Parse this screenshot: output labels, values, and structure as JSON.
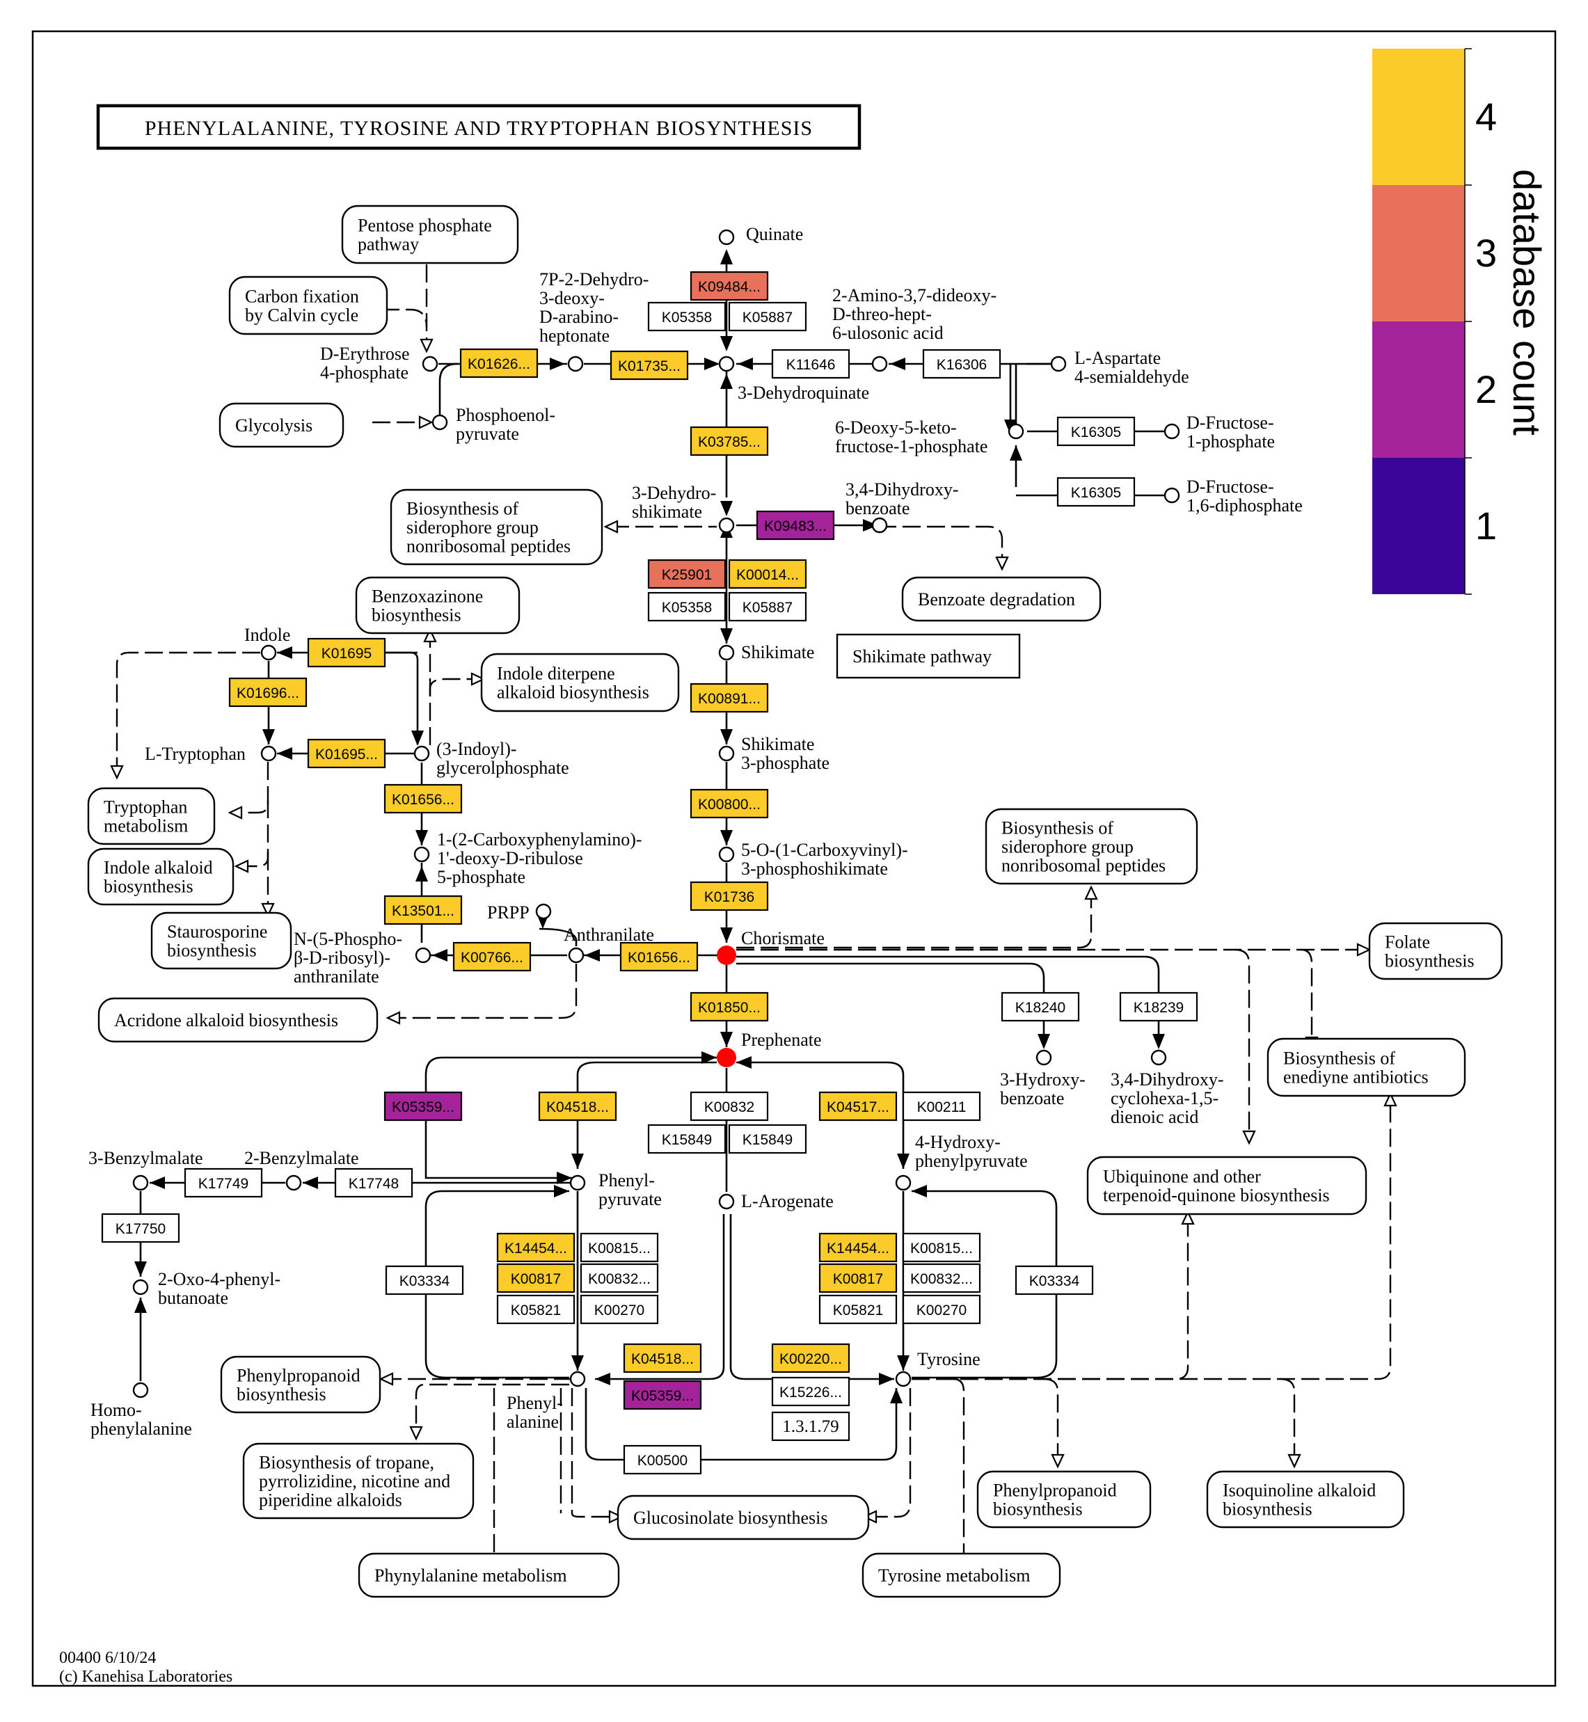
{
  "title": "PHENYLALANINE, TYROSINE AND TRYPTOPHAN BIOSYNTHESIS",
  "footer": {
    "map_id": "00400 6/10/24",
    "copyright": "(c) Kanehisa Laboratories"
  },
  "legend": {
    "label": "database count",
    "levels": [
      {
        "value": "4",
        "color": "#FBCB29"
      },
      {
        "value": "3",
        "color": "#E8715C"
      },
      {
        "value": "2",
        "color": "#A4229A"
      },
      {
        "value": "1",
        "color": "#3C0599"
      }
    ]
  },
  "colors": {
    "count4": "#FBCB29",
    "count3": "#E8715C",
    "count2": "#A4229A",
    "count1": "#3C0599",
    "none": "#FFFFFF",
    "red_node": "#FF0000"
  },
  "maps": {
    "pentose": "Pentose phosphate\npathway",
    "carbon": "Carbon fixation\nby Calvin cycle",
    "glycolysis": "Glycolysis",
    "sidero1": "Biosynthesis of\nsiderophore group\nnonribosomal peptides",
    "benzoate_deg": "Benzoate degradation",
    "shikimate_pathway": "Shikimate pathway",
    "benzoxazinone": "Benzoxazinone\nbiosynthesis",
    "indole_diterpene": "Indole diterpene\nalkaloid biosynthesis",
    "trp_metab": "Tryptophan\nmetabolism",
    "indole_alk": "Indole alkaloid\nbiosynthesis",
    "stauro": "Staurosporine\nbiosynthesis",
    "acridone": "Acridone alkaloid biosynthesis",
    "sidero2": "Biosynthesis of\nsiderophore group\nnonribosomal peptides",
    "folate": "Folate\nbiosynthesis",
    "enediyne": "Biosynthesis of\nenediyne antibiotics",
    "ubiquinone": "Ubiquinone and other\nterpenoid-quinone biosynthesis",
    "phenylprop_l": "Phenylpropanoid\nbiosynthesis",
    "tropane": "Biosynthesis of tropane,\npyrrolizidine, nicotine and\npiperidine alkaloids",
    "glucosinolate": "Glucosinolate biosynthesis",
    "phe_metab": "Phynylalanine metabolism",
    "tyr_metab": "Tyrosine metabolism",
    "phenylprop_r": "Phenylpropanoid\nbiosynthesis",
    "isoquinoline": "Isoquinoline alkaloid\nbiosynthesis"
  },
  "compounds": {
    "quinate": "Quinate",
    "dahp": "7P-2-Dehydro-\n3-deoxy-\nD-arabino-\nheptonate",
    "amino_dideoxy": "2-Amino-3,7-dideoxy-\nD-threo-hept-\n6-ulosonic acid",
    "e4p": "D-Erythrose\n4-phosphate",
    "pep": "Phosphoenol-\npyruvate",
    "dhq": "3-Dehydroquinate",
    "asp_sa": "L-Aspartate\n4-semialdehyde",
    "deoxy_keto": "6-Deoxy-5-keto-\nfructose-1-phosphate",
    "f1p": "D-Fructose-\n1-phosphate",
    "fbp": "D-Fructose-\n1,6-diphosphate",
    "dhs": "3-Dehydro-\nshikimate",
    "dhb": "3,4-Dihydroxy-\nbenzoate",
    "indole": "Indole",
    "shikimate": "Shikimate",
    "s3p": "Shikimate\n3-phosphate",
    "ltrp": "L-Tryptophan",
    "igp": "(3-Indoyl)-\nglycerolphosphate",
    "cdrp": "1-(2-Carboxyphenylamino)-\n1'-deoxy-D-ribulose\n5-phosphate",
    "epsp": "5-O-(1-Carboxyvinyl)-\n3-phosphoshikimate",
    "prpp": "PRPP",
    "pra": "N-(5-Phospho-\nβ-D-ribosyl)-\nanthranilate",
    "anthranilate": "Anthranilate",
    "chorismate": "Chorismate",
    "prephenate": "Prephenate",
    "hydroxybenzoate": "3-Hydroxy-\nbenzoate",
    "dhcd": "3,4-Dihydroxy-\ncyclohexa-1,5-\ndienoic acid",
    "benzylmalate3": "3-Benzylmalate",
    "benzylmalate2": "2-Benzylmalate",
    "phenylpyruvate": "Phenyl-\npyruvate",
    "hpp": "4-Hydroxy-\nphenylpyruvate",
    "arogenate": "L-Arogenate",
    "oxophenyl": "2-Oxo-4-phenyl-\nbutanoate",
    "homophe": "Homo-\nphenylalanine",
    "phenylalanine": "Phenyl-\nalanine",
    "tyrosine": "Tyrosine"
  },
  "genes": {
    "g01": {
      "label": "K09484...",
      "count": 3
    },
    "g02": {
      "label": "K05358",
      "count": 0
    },
    "g03": {
      "label": "K05887",
      "count": 0
    },
    "g04": {
      "label": "K01626...",
      "count": 4
    },
    "g05": {
      "label": "K01735...",
      "count": 4
    },
    "g06": {
      "label": "K11646",
      "count": 0
    },
    "g07": {
      "label": "K16306",
      "count": 0
    },
    "g08": {
      "label": "K16305",
      "count": 0
    },
    "g09": {
      "label": "K16305",
      "count": 0
    },
    "g10": {
      "label": "K03785...",
      "count": 4
    },
    "g11": {
      "label": "K09483...",
      "count": 2
    },
    "g12": {
      "label": "K25901",
      "count": 3
    },
    "g13": {
      "label": "K00014...",
      "count": 4
    },
    "g14": {
      "label": "K05358",
      "count": 0
    },
    "g15": {
      "label": "K05887",
      "count": 0
    },
    "g16": {
      "label": "K01695",
      "count": 4
    },
    "g17": {
      "label": "K01696...",
      "count": 4
    },
    "g18": {
      "label": "K00891...",
      "count": 4
    },
    "g19": {
      "label": "K01695...",
      "count": 4
    },
    "g20": {
      "label": "K01656...",
      "count": 4
    },
    "g21": {
      "label": "K00800...",
      "count": 4
    },
    "g22": {
      "label": "K01736",
      "count": 4
    },
    "g23": {
      "label": "K13501...",
      "count": 4
    },
    "g24": {
      "label": "K00766...",
      "count": 4
    },
    "g25": {
      "label": "K01656...",
      "count": 4
    },
    "g26": {
      "label": "K01850...",
      "count": 4
    },
    "g27": {
      "label": "K18240",
      "count": 0
    },
    "g28": {
      "label": "K18239",
      "count": 0
    },
    "g29": {
      "label": "K05359...",
      "count": 2
    },
    "g30": {
      "label": "K04518...",
      "count": 4
    },
    "g31": {
      "label": "K00832",
      "count": 0
    },
    "g32": {
      "label": "K15849",
      "count": 0
    },
    "g33": {
      "label": "K15849",
      "count": 0
    },
    "g34": {
      "label": "K04517...",
      "count": 4
    },
    "g35": {
      "label": "K00211",
      "count": 0
    },
    "g36": {
      "label": "K17749",
      "count": 0
    },
    "g37": {
      "label": "K17748",
      "count": 0
    },
    "g38": {
      "label": "K17750",
      "count": 0
    },
    "g39": {
      "label": "K03334",
      "count": 0
    },
    "g40": {
      "label": "K14454...",
      "count": 4
    },
    "g41": {
      "label": "K00815...",
      "count": 0
    },
    "g42": {
      "label": "K00817",
      "count": 4
    },
    "g43": {
      "label": "K00832...",
      "count": 0
    },
    "g44": {
      "label": "K05821",
      "count": 0
    },
    "g45": {
      "label": "K00270",
      "count": 0
    },
    "g46": {
      "label": "K14454...",
      "count": 4
    },
    "g47": {
      "label": "K00815...",
      "count": 0
    },
    "g48": {
      "label": "K00817",
      "count": 4
    },
    "g49": {
      "label": "K00832...",
      "count": 0
    },
    "g50": {
      "label": "K05821",
      "count": 0
    },
    "g51": {
      "label": "K00270",
      "count": 0
    },
    "g52": {
      "label": "K03334",
      "count": 0
    },
    "g53": {
      "label": "K04518...",
      "count": 4
    },
    "g54": {
      "label": "K05359...",
      "count": 2
    },
    "g55": {
      "label": "K00220...",
      "count": 4
    },
    "g56": {
      "label": "K15226...",
      "count": 0
    },
    "g57": {
      "label": "1.3.1.79",
      "count": 0
    },
    "g58": {
      "label": "K00500",
      "count": 0
    }
  }
}
